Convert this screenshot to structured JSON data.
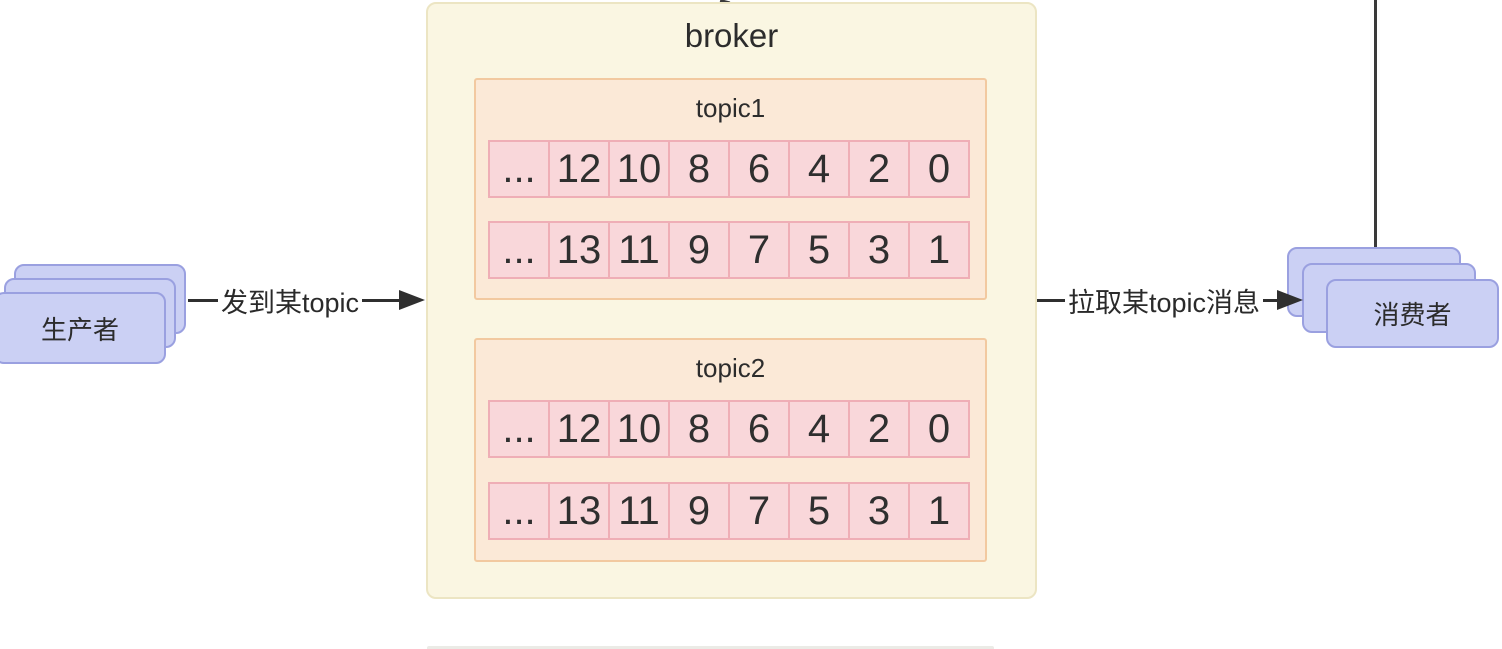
{
  "diagram": {
    "producer": {
      "label": "生产者"
    },
    "consumer": {
      "label": "消费者"
    },
    "produce_arrow_label": "发到某topic",
    "consume_arrow_label": "拉取某topic消息",
    "broker": {
      "title": "broker",
      "topics": [
        {
          "title": "topic1",
          "partitions": [
            [
              "...",
              "12",
              "10",
              "8",
              "6",
              "4",
              "2",
              "0"
            ],
            [
              "...",
              "13",
              "11",
              "9",
              "7",
              "5",
              "3",
              "1"
            ]
          ]
        },
        {
          "title": "topic2",
          "partitions": [
            [
              "...",
              "12",
              "10",
              "8",
              "6",
              "4",
              "2",
              "0"
            ],
            [
              "...",
              "13",
              "11",
              "9",
              "7",
              "5",
              "3",
              "1"
            ]
          ]
        }
      ]
    },
    "colors": {
      "broker_fill": "#faf6e2",
      "broker_border": "#ece5c3",
      "topic_fill": "#fbe9d7",
      "topic_border": "#f2c9a0",
      "partition_cell_fill": "#f9d7da",
      "partition_cell_border": "#efaeb6",
      "node_fill": "#cbd0f4",
      "node_border": "#9aa0e0",
      "line": "#2f2f2f"
    }
  }
}
